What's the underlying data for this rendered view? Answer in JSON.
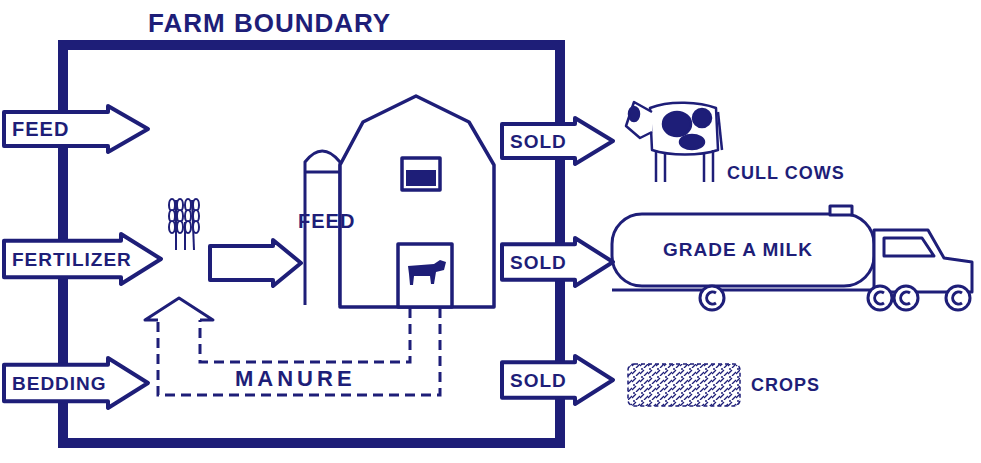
{
  "diagram": {
    "nodes": [
      {
        "text": [
          "FARM BOUNDARY"
        ]
      },
      {
        "text": [
          "FEED"
        ]
      },
      {
        "text": [
          "FERTILIZER"
        ]
      },
      {
        "text": [
          "BEDDING"
        ]
      },
      {
        "text": [
          "FEED"
        ],
        "in": 0
      },
      {
        "text": [
          "SOLD"
        ]
      },
      {
        "text": [
          "SOLD"
        ]
      },
      {
        "text": [
          "SOLD"
        ]
      }
    ],
    "labels": [
      "MANURE",
      "CULL COWS",
      "GRADE A MILK",
      "CROPS"
    ]
  }
}
